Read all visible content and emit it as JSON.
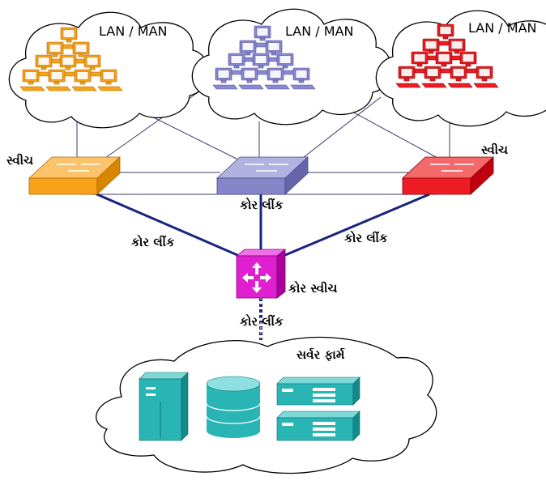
{
  "clouds": [
    {
      "label": "LAN / MAN",
      "color": "#f7a21b"
    },
    {
      "label": "LAN / MAN",
      "color": "#8a8ad2"
    },
    {
      "label": "LAN / MAN",
      "color": "#ee1c24"
    }
  ],
  "labels": {
    "switch_left": "સ્વીચ",
    "switch_right": "સ્વીચ",
    "core_link_center": "કોર લીંક",
    "core_link_left": "કોર લીંક",
    "core_link_right": "કોર લીંક",
    "core_switch": "કોર સ્વીચ",
    "core_link_bottom": "કોર લીંક",
    "server_farm": "સર્વર ફાર્મ"
  },
  "colors": {
    "switch_orange": "#f7a21b",
    "switch_purple": "#8585c8",
    "switch_red": "#ee1c24",
    "core_switch": "#e020d0",
    "server": "#2ab5b5",
    "core_link": "#1a237e",
    "thin_link": "#3a3a6a"
  }
}
